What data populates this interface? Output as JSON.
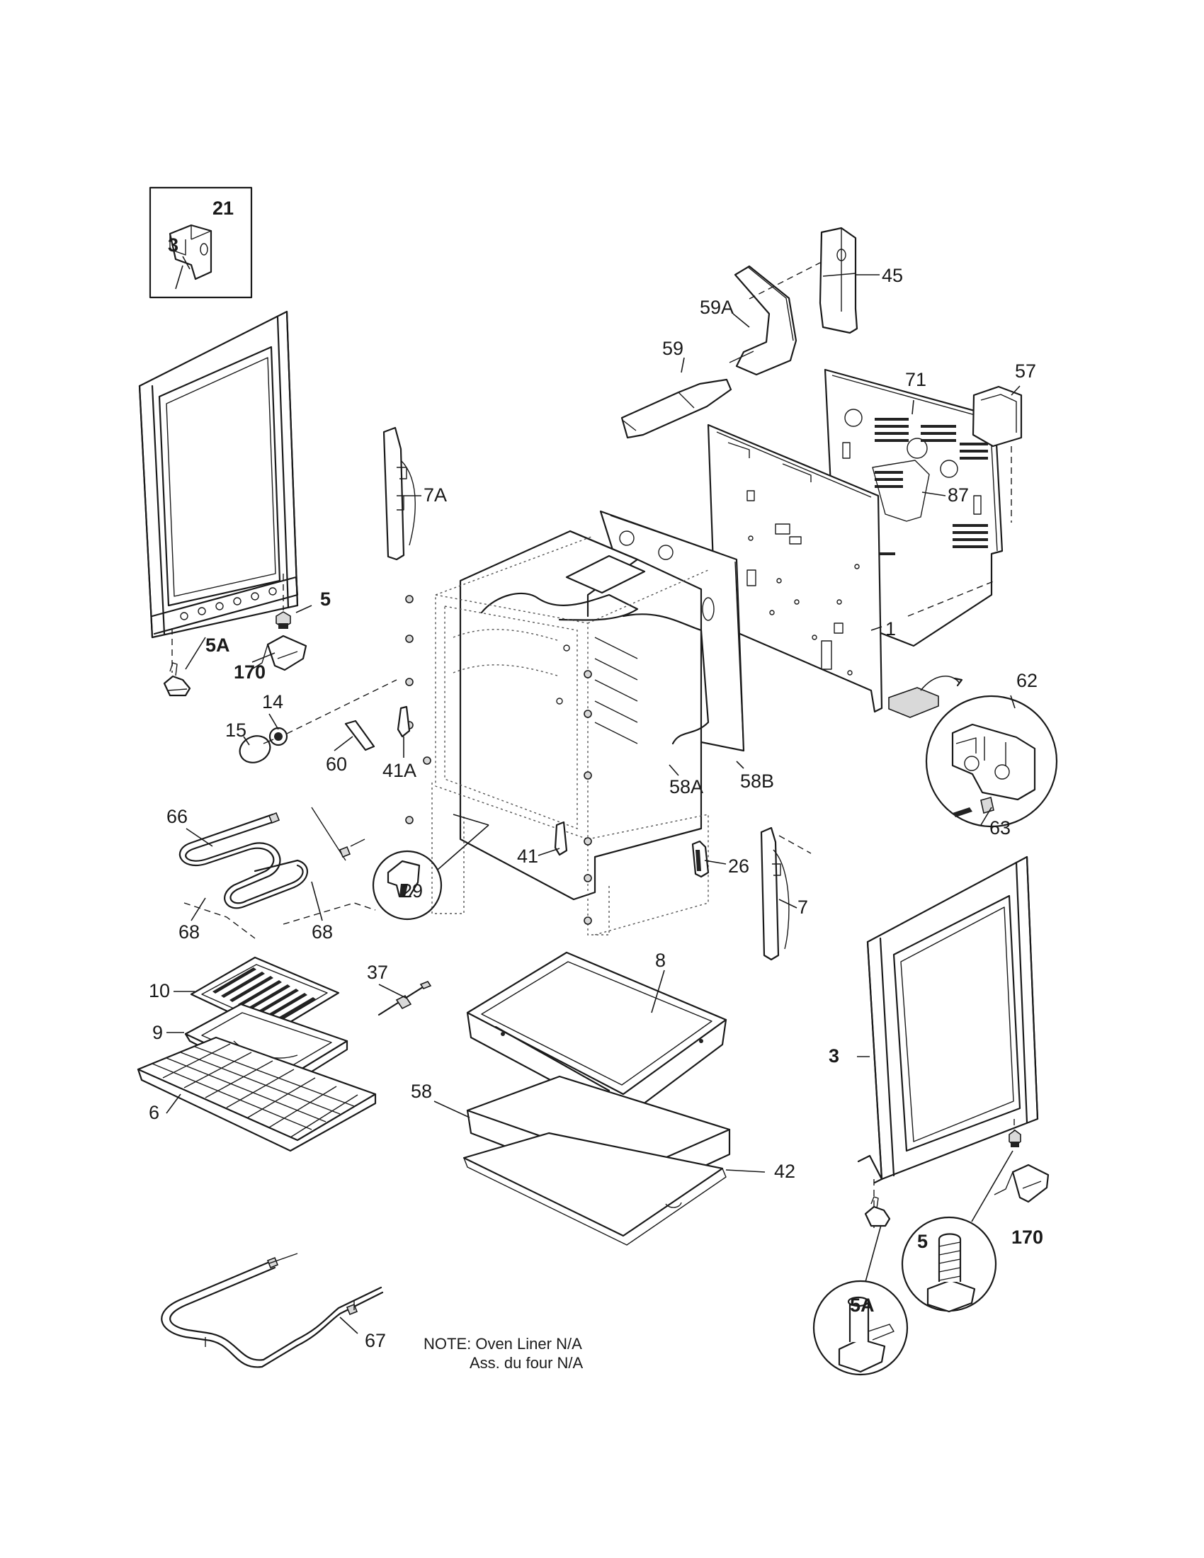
{
  "labels": {
    "p21": "21",
    "p45": "45",
    "p59A": "59A",
    "p59": "59",
    "p71": "71",
    "p57": "57",
    "p3_left": "3",
    "p7A": "7A",
    "p87": "87",
    "p5_left": "5",
    "p5A_left": "5A",
    "p170_left": "170",
    "p1": "1",
    "p62": "62",
    "p14": "14",
    "p15": "15",
    "p60": "60",
    "p41A": "41A",
    "p58A": "58A",
    "p58B": "58B",
    "p63": "63",
    "p66": "66",
    "p41": "41",
    "p26": "26",
    "p29": "29",
    "p7": "7",
    "p68_left": "68",
    "p68_right": "68",
    "p37": "37",
    "p8": "8",
    "p10": "10",
    "p9": "9",
    "p3_right": "3",
    "p6": "6",
    "p58": "58",
    "p42": "42",
    "p170_right": "170",
    "p5_right": "5",
    "p5A_right": "5A",
    "p67": "67"
  },
  "note": {
    "line1": "NOTE: Oven Liner N/A",
    "line2": "Ass. du four N/A"
  }
}
